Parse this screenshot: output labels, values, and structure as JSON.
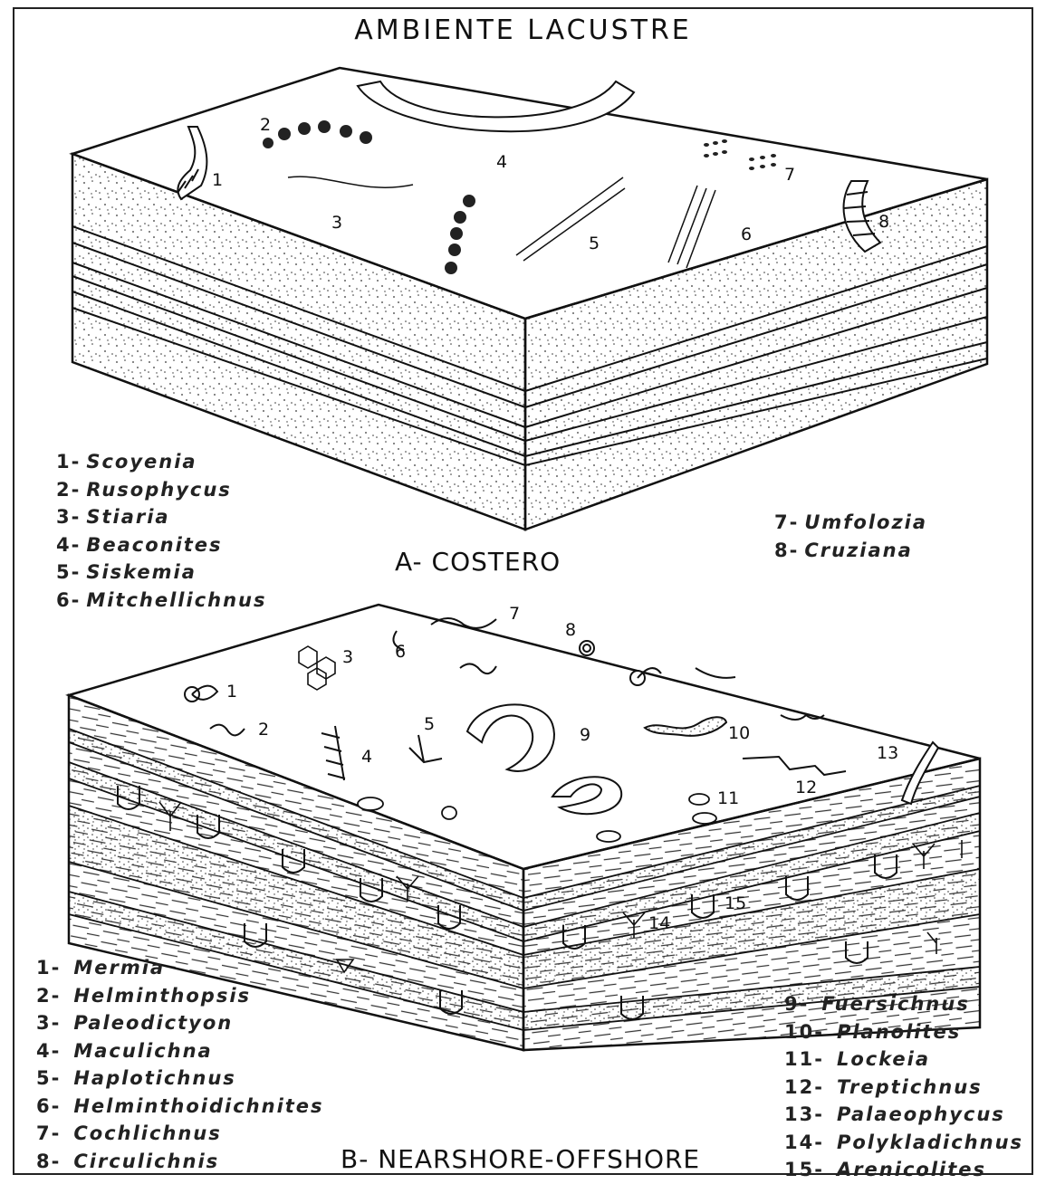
{
  "title": "AMBIENTE LACUSTRE",
  "block_a": {
    "label": "A- COSTERO",
    "legend_left": [
      {
        "num": "1-",
        "name": "Scoyenia"
      },
      {
        "num": "2-",
        "name": "Rusophycus"
      },
      {
        "num": "3-",
        "name": "Stiaria"
      },
      {
        "num": "4-",
        "name": "Beaconites"
      },
      {
        "num": "5-",
        "name": "Siskemia"
      },
      {
        "num": "6-",
        "name": "Mitchellichnus"
      }
    ],
    "legend_right": [
      {
        "num": "7-",
        "name": "Umfolozia"
      },
      {
        "num": "8-",
        "name": "Cruziana"
      }
    ],
    "markers": [
      "1",
      "2",
      "3",
      "4",
      "5",
      "6",
      "7",
      "8"
    ]
  },
  "block_b": {
    "label": "B- NEARSHORE-OFFSHORE",
    "legend_left": [
      {
        "num": "1-",
        "name": "Mermia"
      },
      {
        "num": "2-",
        "name": "Helminthopsis"
      },
      {
        "num": "3-",
        "name": "Paleodictyon"
      },
      {
        "num": "4-",
        "name": "Maculichna"
      },
      {
        "num": "5-",
        "name": "Haplotichnus"
      },
      {
        "num": "6-",
        "name": "Helminthoidichnites"
      },
      {
        "num": "7-",
        "name": "Cochlichnus"
      },
      {
        "num": "8-",
        "name": "Circulichnis"
      }
    ],
    "legend_right": [
      {
        "num": "9-",
        "name": "Fuersichnus"
      },
      {
        "num": "10-",
        "name": "Planolites"
      },
      {
        "num": "11-",
        "name": "Lockeia"
      },
      {
        "num": "12-",
        "name": "Treptichnus"
      },
      {
        "num": "13-",
        "name": "Palaeophycus"
      },
      {
        "num": "14-",
        "name": "Polykladichnus"
      },
      {
        "num": "15-",
        "name": "Arenicolites"
      }
    ],
    "markers": [
      "1",
      "2",
      "3",
      "4",
      "5",
      "6",
      "7",
      "8",
      "9",
      "10",
      "11",
      "12",
      "13",
      "14",
      "15"
    ]
  },
  "colors": {
    "ink": "#111111",
    "paper": "#ffffff",
    "stipple": "#333333"
  }
}
